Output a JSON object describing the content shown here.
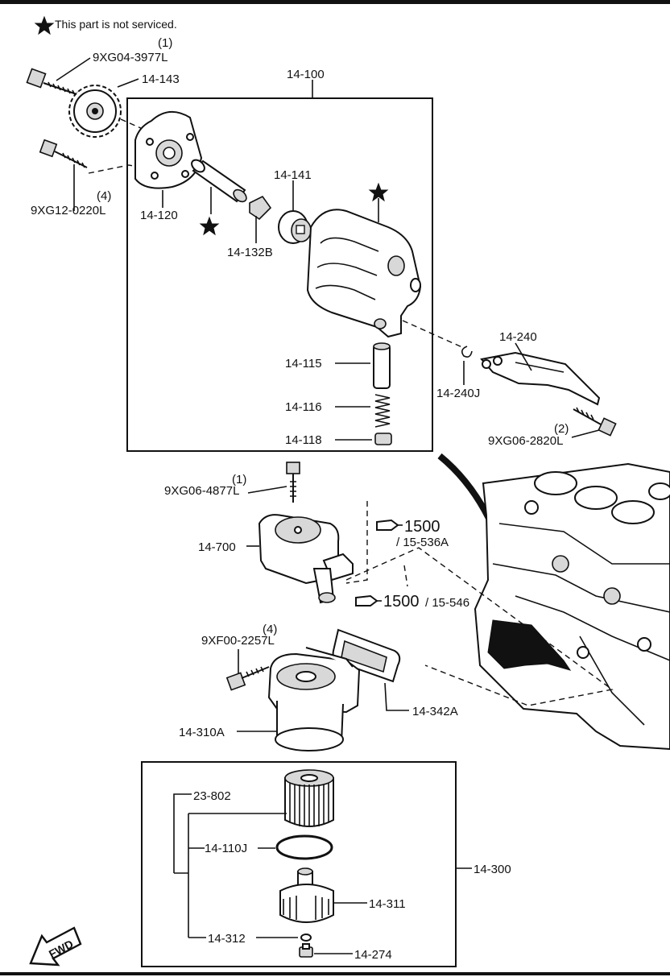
{
  "note": {
    "text": "This part is not serviced."
  },
  "labels": {
    "bolt_top_qty": "(1)",
    "bolt_top": "9XG04-3977L",
    "sprocket": "14-143",
    "pump_assy": "14-100",
    "pump_cover": "14-120",
    "bolt_mid_qty": "(4)",
    "bolt_mid": "9XG12-0220L",
    "pin_141": "14-141",
    "pin_132b": "14-132B",
    "plunger": "14-115",
    "spring": "14-116",
    "plug": "14-118",
    "baffle": "14-240",
    "clip": "14-240J",
    "bolt_baffle_qty": "(2)",
    "bolt_baffle": "9XG06-2820L",
    "bolt_cooler_qty": "(1)",
    "bolt_cooler": "9XG06-4877L",
    "cooler": "14-700",
    "ref1_num": "1500",
    "ref1_sub": "/ 15-536A",
    "ref2_num": "1500",
    "ref2_sub": "/ 15-546",
    "bolt_bracket_qty": "(4)",
    "bolt_bracket": "9XF00-2257L",
    "gasket": "14-342A",
    "bracket": "14-310A",
    "element": "23-802",
    "oring": "14-110J",
    "filter": "14-300",
    "cap": "14-311",
    "small_oring": "14-312",
    "drain": "14-274",
    "fwd": "FWD"
  },
  "icons": [
    "star-icon",
    "hand-pointer-icon",
    "fwd-arrow-icon"
  ],
  "colors": {
    "ink": "#111111",
    "paper": "#ffffff"
  }
}
